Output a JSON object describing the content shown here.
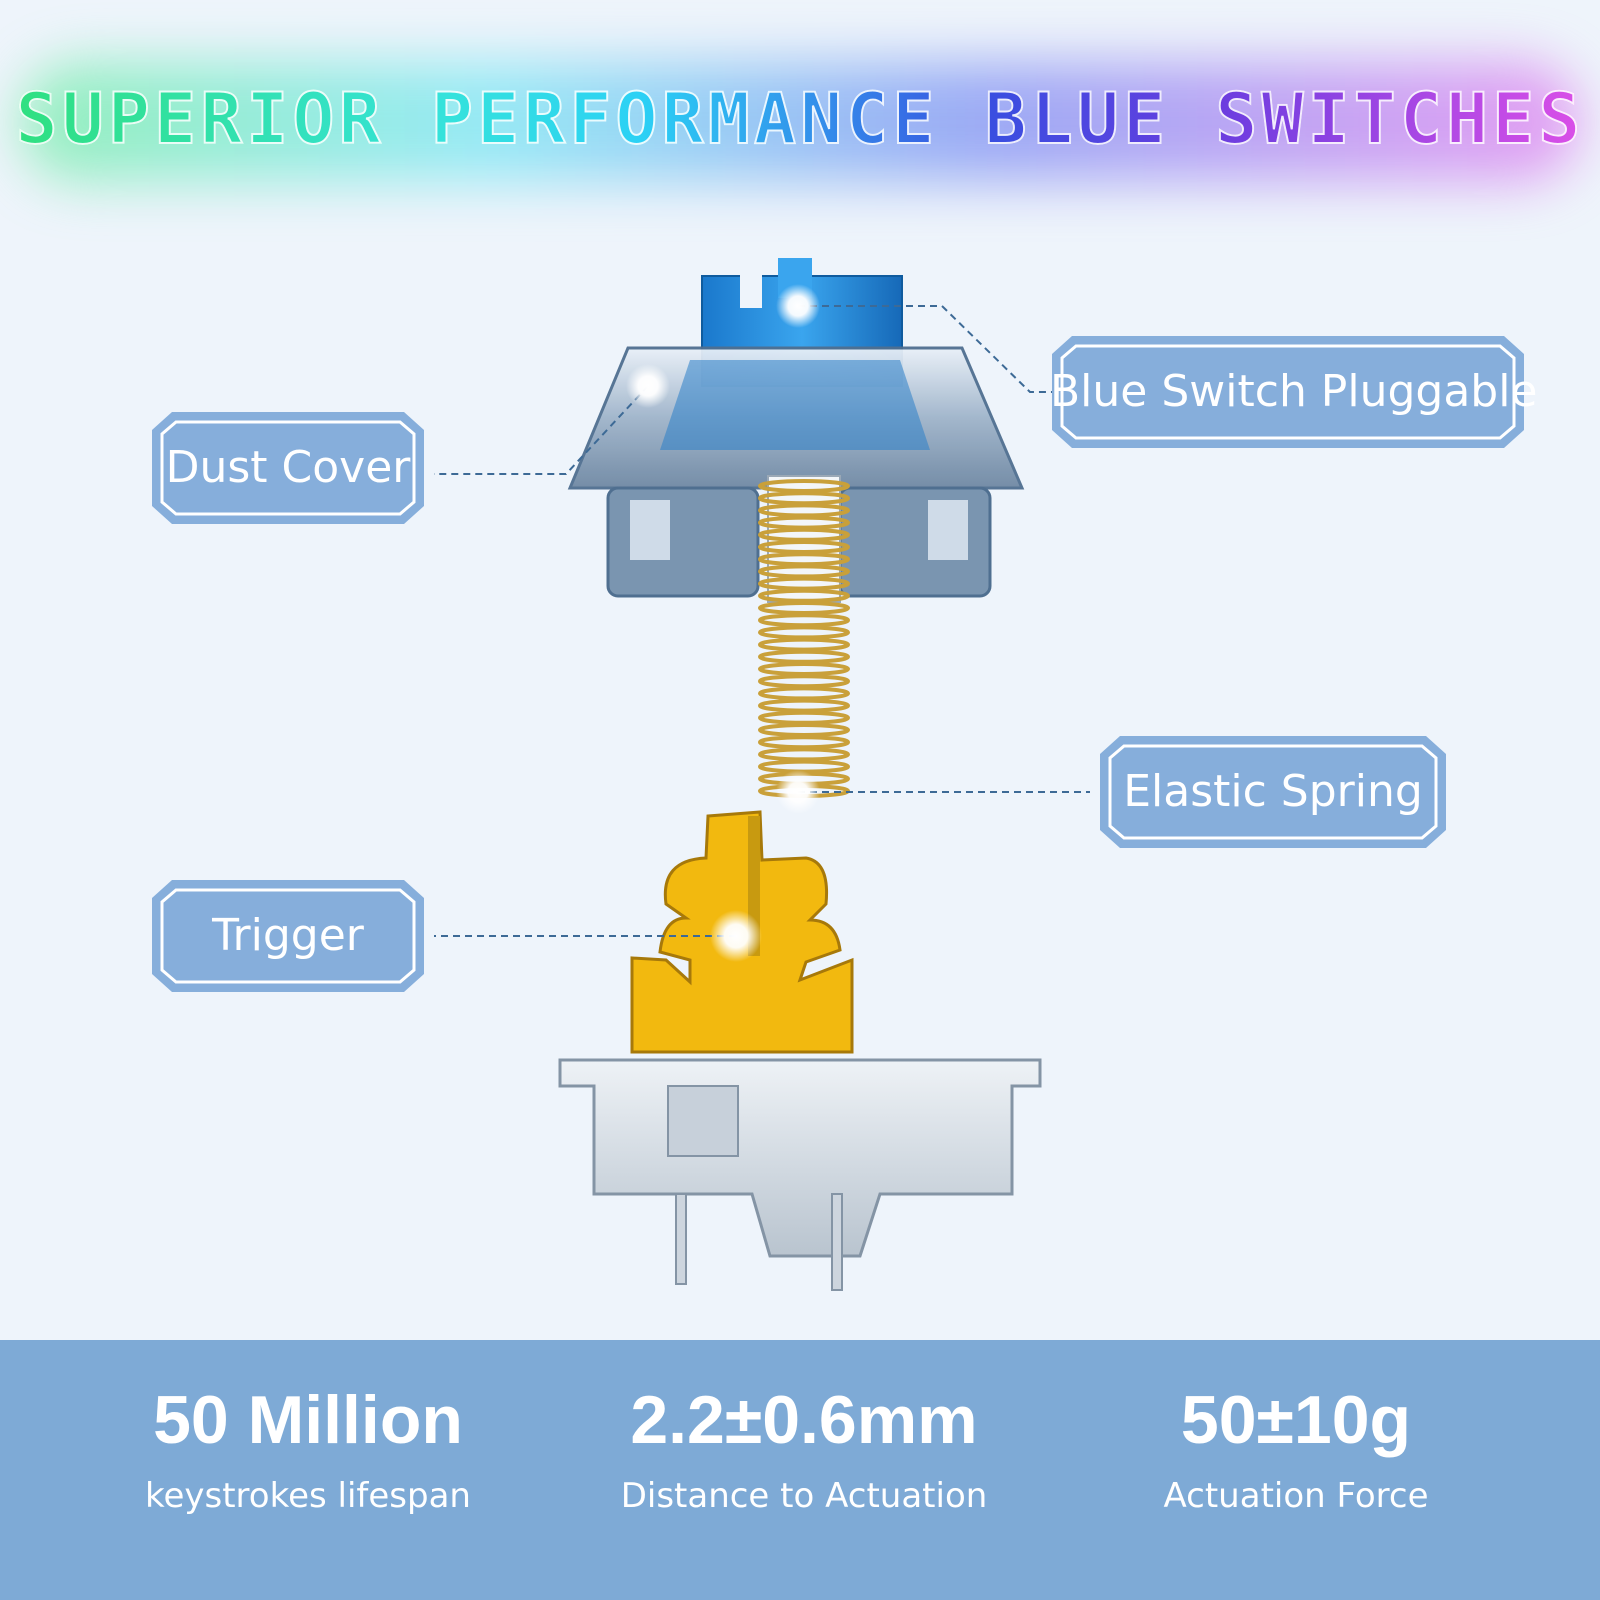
{
  "header": {
    "title": "SUPERIOR PERFORMANCE BLUE SWITCHES"
  },
  "callouts": {
    "dust_cover": "Dust Cover",
    "blue_switch": "Blue Switch Pluggable",
    "elastic_spring": "Elastic Spring",
    "trigger": "Trigger"
  },
  "stats": [
    {
      "value": "50 Million",
      "caption": "keystrokes lifespan"
    },
    {
      "value": "2.2±0.6mm",
      "caption": "Distance to Actuation"
    },
    {
      "value": "50±10g",
      "caption": "Actuation Force"
    }
  ],
  "colors": {
    "background": "#eef4fb",
    "callout_fill": "#86aedb",
    "stats_band": "#7eaad6",
    "stem_blue": "#1f88d8",
    "spring_gold": "#c9a03a",
    "trigger_yellow": "#f2b90f",
    "housing_grey": "#d4dbe4"
  }
}
